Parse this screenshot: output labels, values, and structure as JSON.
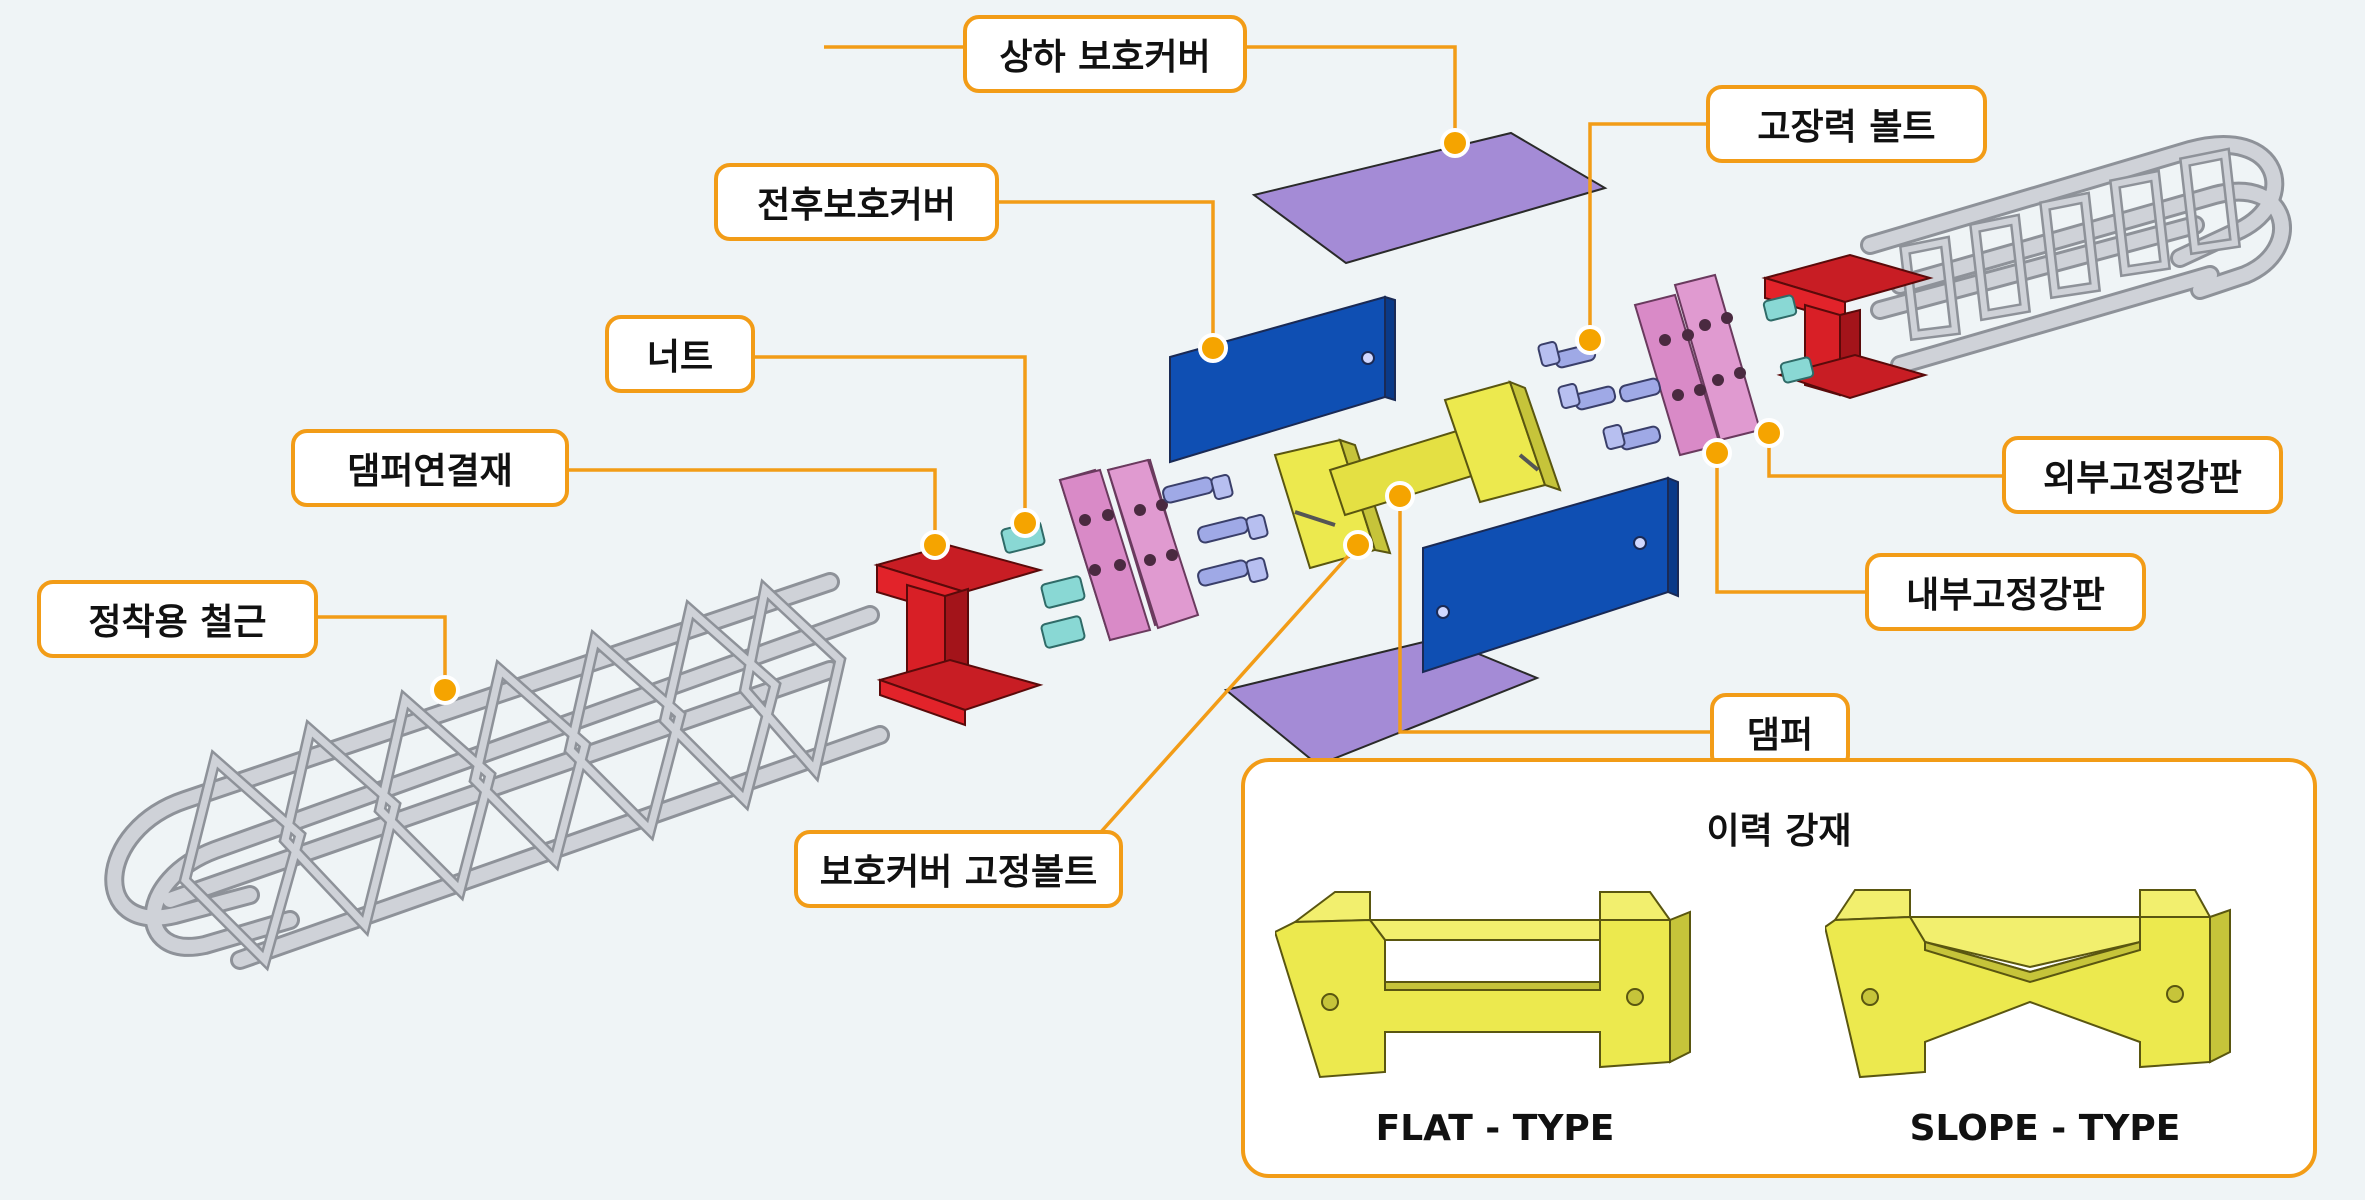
{
  "labels": {
    "top_bottom_cover": "상하 보호커버",
    "front_back_cover": "전후보호커버",
    "nut": "너트",
    "damper_connector": "댐퍼연결재",
    "anchor_rebar": "정착용 철근",
    "cover_fixing_bolt": "보호커버 고정볼트",
    "high_strength_bolt": "고장력 볼트",
    "outer_steel_plate": "외부고정강판",
    "inner_steel_plate": "내부고정강판",
    "damper": "댐퍼"
  },
  "panel": {
    "title": "이력 강재",
    "flat_caption": "FLAT - TYPE",
    "slope_caption": "SLOPE - TYPE"
  },
  "colors": {
    "leader": "#f29c17",
    "dot": "#f5a400",
    "rebar": "#c9ccd2",
    "red_connector": "#e2232a",
    "pink_plate": "#d98ac7",
    "yellow_damper": "#ece94e",
    "blue_cover": "#0f4fb3",
    "purple_cover": "#a48bd6",
    "bolt": "#9fa9e6",
    "nut": "#89d8d4"
  }
}
